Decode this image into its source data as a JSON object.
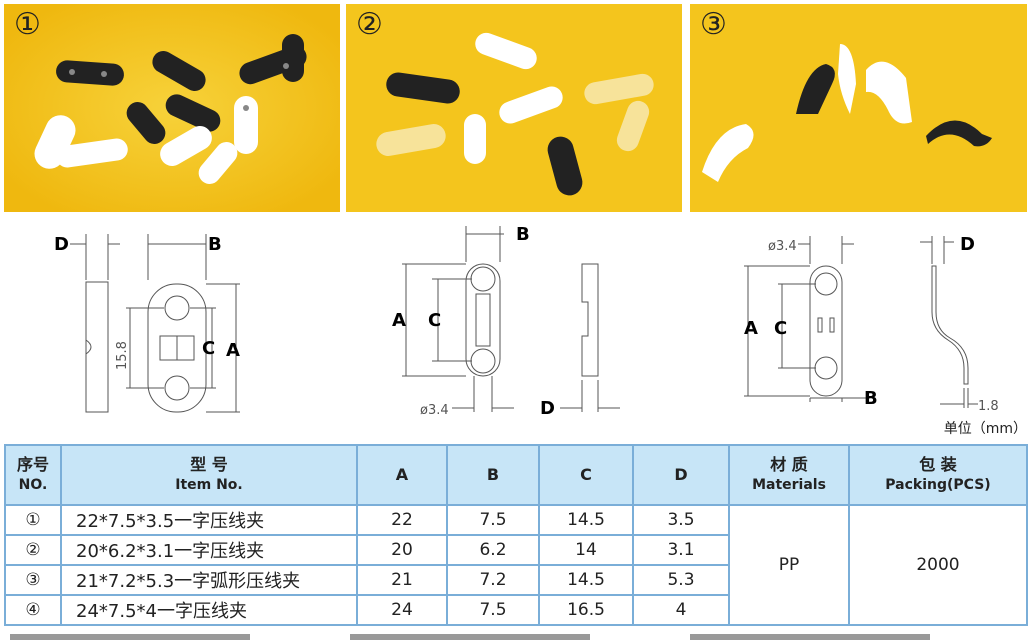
{
  "photos": [
    {
      "label": "①"
    },
    {
      "label": "②"
    },
    {
      "label": "③"
    }
  ],
  "drawings": {
    "d1": {
      "D": "D",
      "B": "B",
      "C": "C",
      "A": "A",
      "hole_spacing": "15.8"
    },
    "d2": {
      "B": "B",
      "A": "A",
      "C": "C",
      "D": "D",
      "hole": "ø3.4"
    },
    "d3": {
      "hole": "ø3.4",
      "D": "D",
      "A": "A",
      "C": "C",
      "B": "B",
      "thick": "1.8"
    }
  },
  "unit_label": "单位（mm）",
  "table": {
    "headers": {
      "no_cn": "序号",
      "no_en": "NO.",
      "item_cn": "型 号",
      "item_en": "Item No.",
      "a": "A",
      "b": "B",
      "c": "C",
      "d": "D",
      "mat_cn": "材 质",
      "mat_en": "Materials",
      "pack_cn": "包 装",
      "pack_en": "Packing(PCS)"
    },
    "rows": [
      {
        "no": "①",
        "item": "22*7.5*3.5一字压线夹",
        "a": "22",
        "b": "7.5",
        "c": "14.5",
        "d": "3.5"
      },
      {
        "no": "②",
        "item": "20*6.2*3.1一字压线夹",
        "a": "20",
        "b": "6.2",
        "c": "14",
        "d": "3.1"
      },
      {
        "no": "③",
        "item": "21*7.2*5.3一字弧形压线夹",
        "a": "21",
        "b": "7.2",
        "c": "14.5",
        "d": "5.3"
      },
      {
        "no": "④",
        "item": "24*7.5*4一字压线夹",
        "a": "24",
        "b": "7.5",
        "c": "16.5",
        "d": "4"
      }
    ],
    "material": "PP",
    "packing": "2000"
  }
}
